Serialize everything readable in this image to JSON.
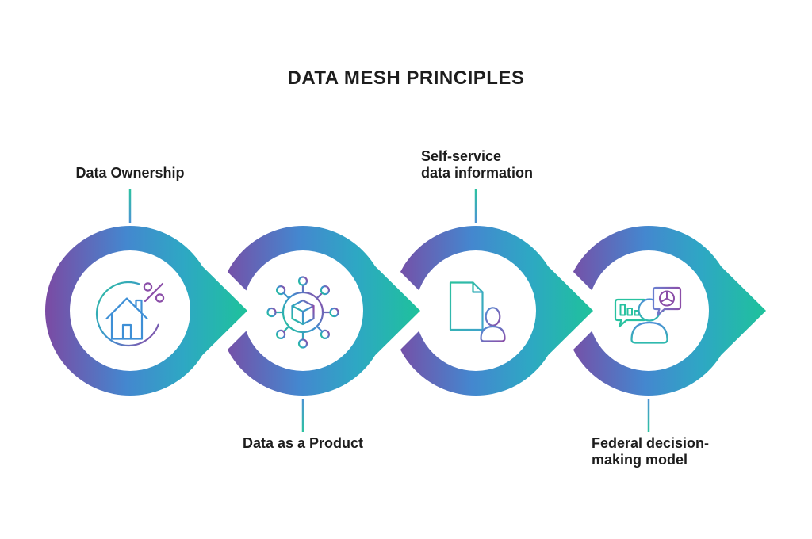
{
  "title": "DATA MESH PRINCIPLES",
  "principles": [
    {
      "label": "Data Ownership",
      "icon": "house-percent",
      "label_position": "top"
    },
    {
      "label": "Data as a Product",
      "icon": "box-network",
      "label_position": "bottom"
    },
    {
      "label": "Self-service\ndata information",
      "icon": "document-user",
      "label_position": "top"
    },
    {
      "label": "Federal decision-\nmaking model",
      "icon": "person-speech-bubbles",
      "label_position": "bottom"
    }
  ],
  "colors": {
    "purple": "#7B4AA3",
    "blue": "#4487CF",
    "cyan": "#2EA7C4",
    "teal": "#1EC29B",
    "text": "#1D1D1D",
    "background": "#FFFFFF"
  }
}
